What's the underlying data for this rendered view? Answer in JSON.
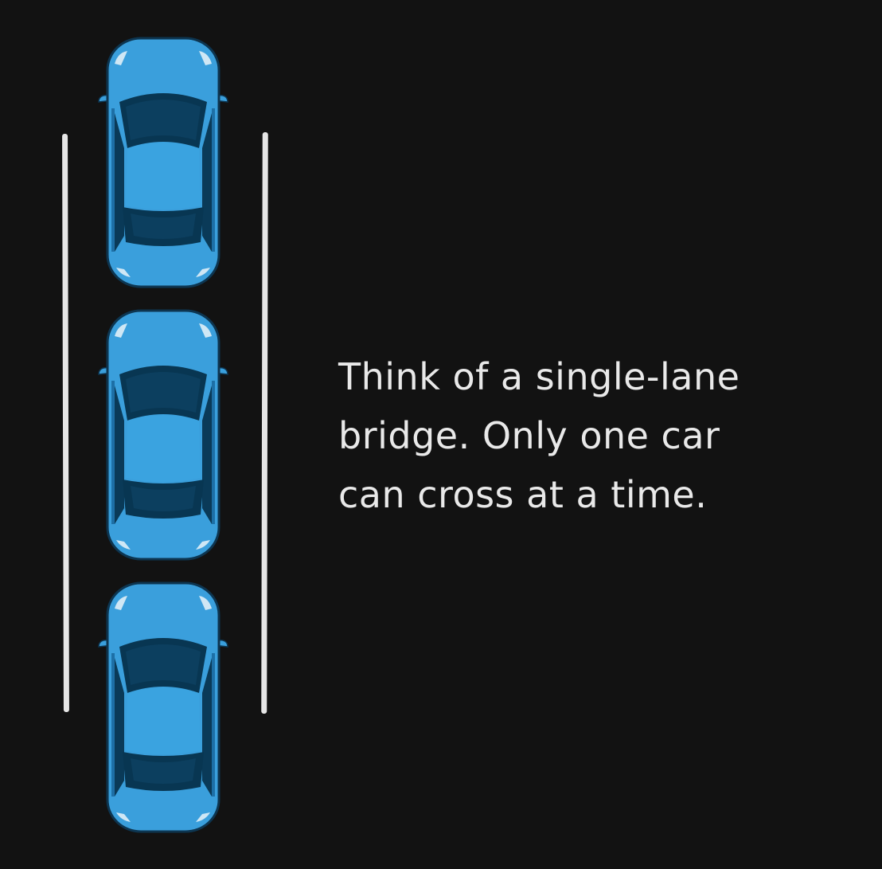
{
  "caption": {
    "lines": [
      "Think of a single-lane",
      "bridge. Only one car",
      "can cross at a time."
    ]
  },
  "cars": [
    {
      "icon": "car-top-view-icon"
    },
    {
      "icon": "car-top-view-icon"
    },
    {
      "icon": "car-top-view-icon"
    }
  ],
  "colors": {
    "background": "#121212",
    "car_body": "#3a9fdc",
    "car_outline": "#0d3550",
    "car_glass": "#083652",
    "lane_lines": "#e6e6e6",
    "text": "#e9e9e9"
  }
}
